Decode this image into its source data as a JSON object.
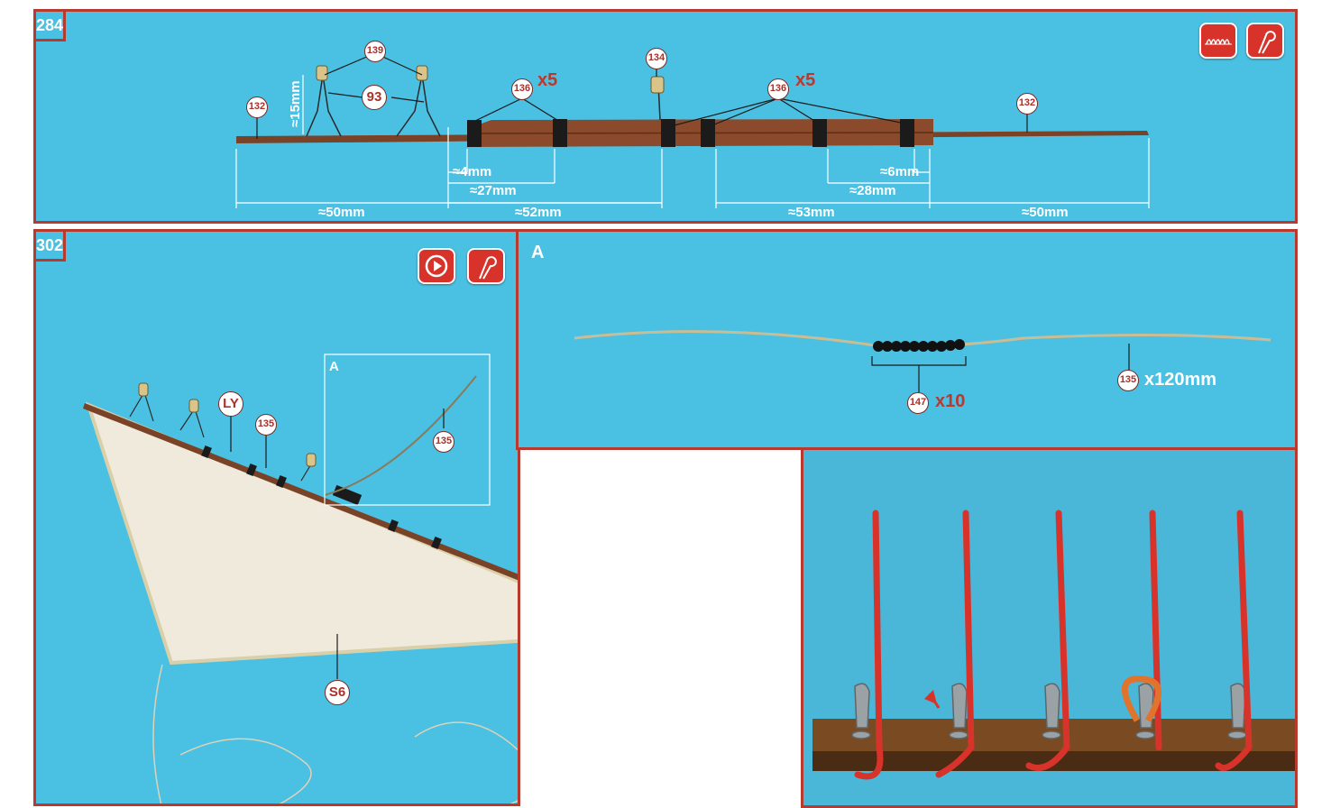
{
  "step284": {
    "number": "284",
    "callouts": {
      "c139": "139",
      "c93": "93",
      "c132a": "132",
      "c136a": "136",
      "c134": "134",
      "c136b": "136",
      "c132b": "132"
    },
    "qty": {
      "q1": "x5",
      "q2": "x5"
    },
    "dims": {
      "d15": "≈15mm",
      "d4": "≈4mm",
      "d27": "≈27mm",
      "d6": "≈6mm",
      "d28": "≈28mm",
      "d50a": "≈50mm",
      "d52": "≈52mm",
      "d53": "≈53mm",
      "d50b": "≈50mm"
    },
    "tools": [
      "coil-spring-icon",
      "rope-knot-icon"
    ]
  },
  "step302": {
    "number": "302",
    "callouts": {
      "ly": "LY",
      "c135a": "135",
      "c135b": "135",
      "s6": "S6"
    },
    "detail_box_label": "A",
    "tools": [
      "play-video-icon",
      "rope-knot-icon"
    ]
  },
  "detailA": {
    "label": "A",
    "callouts": {
      "c147": "147",
      "c135": "135"
    },
    "qty": {
      "q147": "x10",
      "q135": "x120mm"
    }
  },
  "colors": {
    "panel_bg": "#4ac0e3",
    "border": "#b8392e",
    "accent_red": "#d8332b"
  }
}
